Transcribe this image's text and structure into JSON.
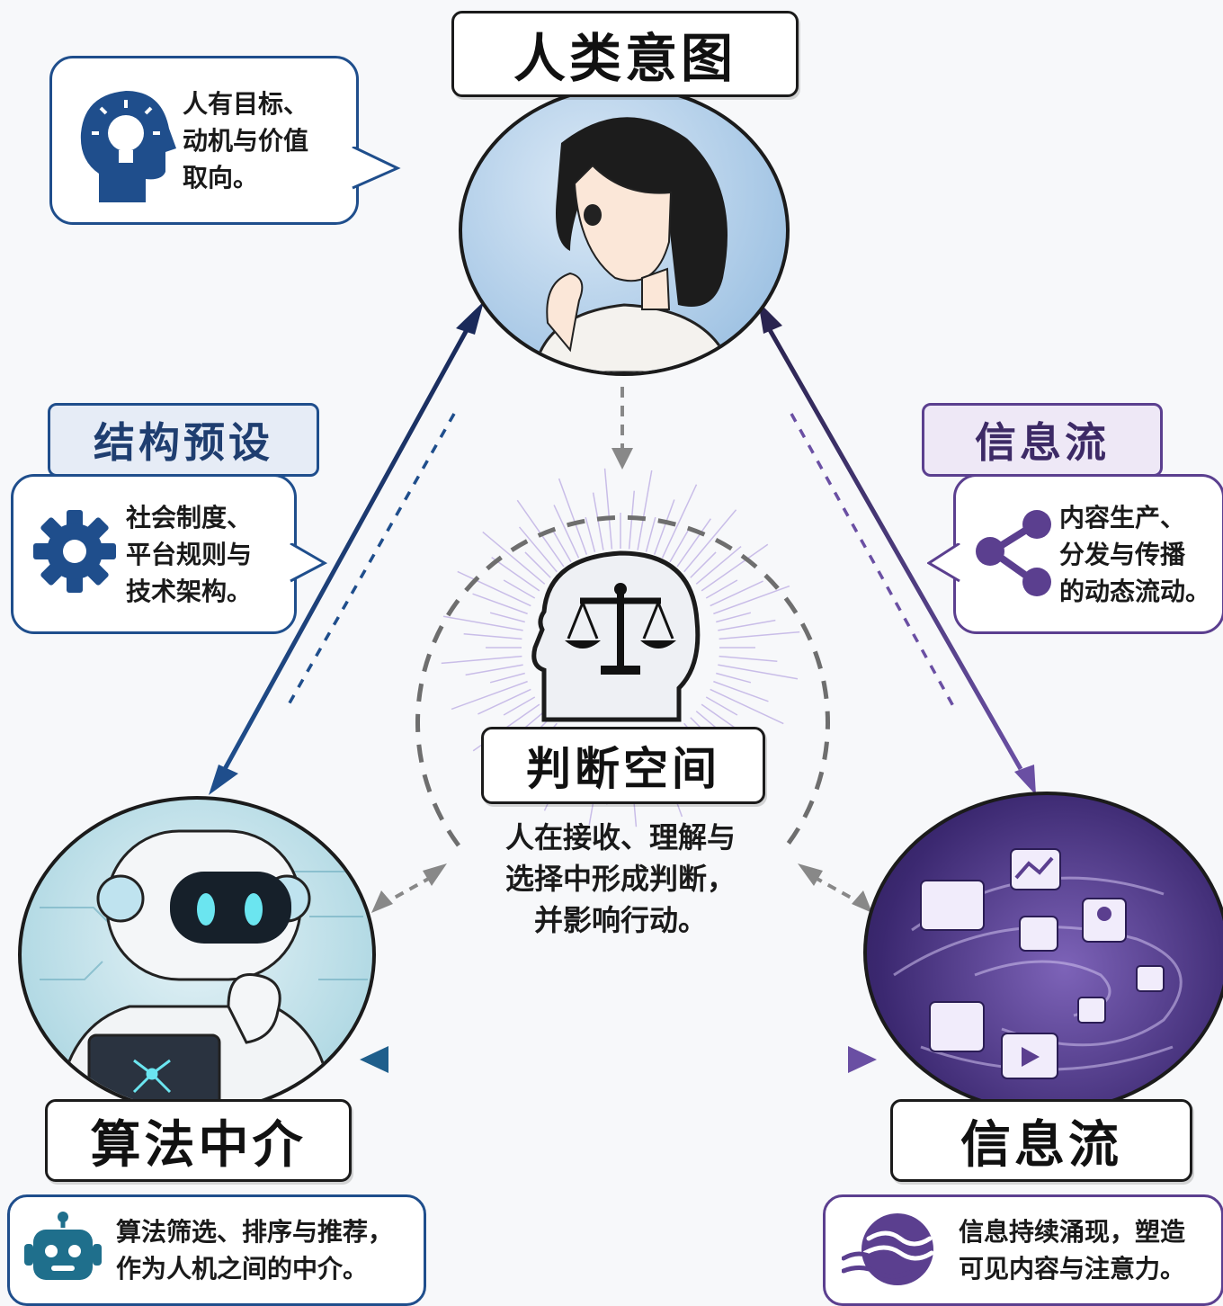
{
  "nodes": {
    "human_intent": "人类意图",
    "algorithm": "算法中介",
    "info_flow": "信息流",
    "judgment": "判断空间"
  },
  "labels": {
    "structure": "结构预设",
    "info_flow": "信息流"
  },
  "bubbles": {
    "human": [
      "人有目标、",
      "动机与价值",
      "取向。"
    ],
    "structure": [
      "社会制度、",
      "平台规则与",
      "技术架构。"
    ],
    "info_flow": [
      "内容生产、",
      "分发与传播",
      "的动态流动。"
    ],
    "algorithm": [
      "算法筛选、排序与推荐，",
      "作为人机之间的中介。"
    ],
    "flow": [
      "信息持续涌现，塑造",
      "可见内容与注意力。"
    ]
  },
  "center_text": [
    "人在接收、理解与",
    "选择中形成判断，",
    "并影响行动。"
  ],
  "colors": {
    "blue": "#1f4e8c",
    "navy": "#1a2a5a",
    "purple": "#5b3f8f",
    "gray_dash": "#777777"
  },
  "icons": {
    "human": "head-lightbulb-icon",
    "structure": "gear-icon",
    "info_flow": "share-icon",
    "algorithm": "robot-icon",
    "flow": "wave-icon",
    "judgment": "head-scale-icon"
  }
}
